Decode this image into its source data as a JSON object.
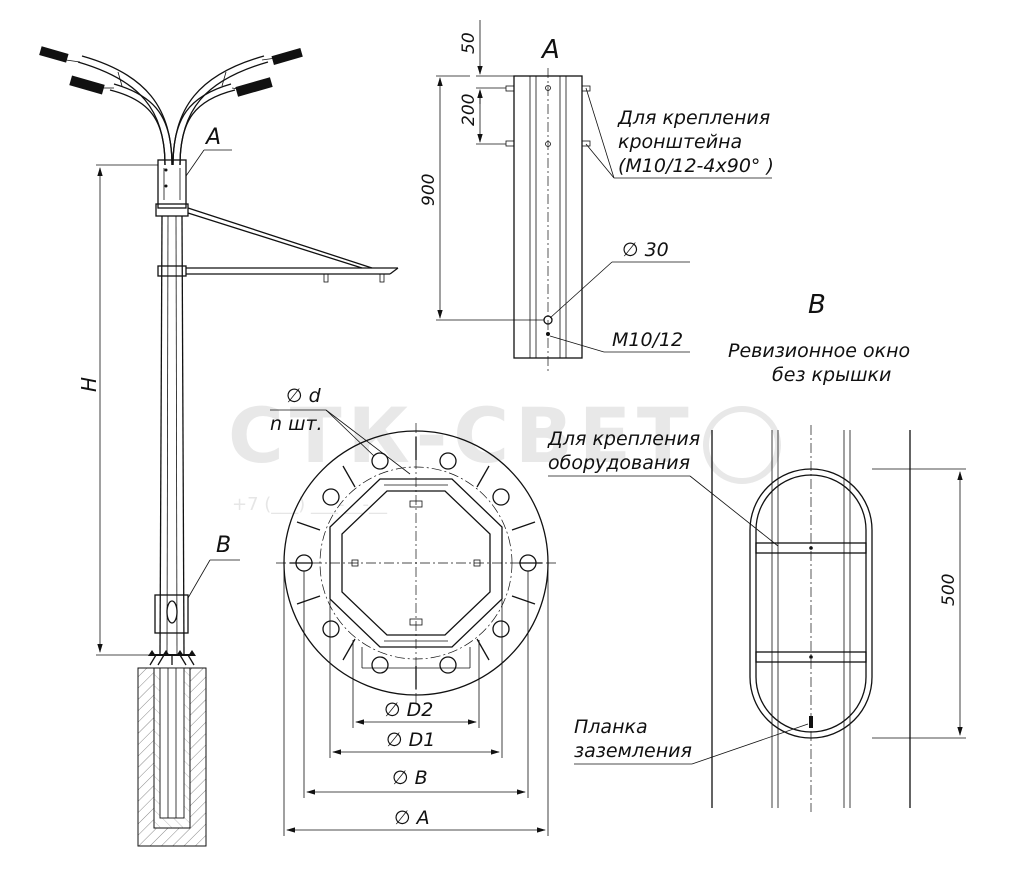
{
  "watermark": {
    "brand": "СТК-СВЕТ",
    "phone": "+7 (___) ___-__-__"
  },
  "pole": {
    "height_label": "H",
    "callout_a": "A",
    "callout_b": "B"
  },
  "detail_a": {
    "title": "A",
    "dim_top": "50",
    "dim_mid": "200",
    "dim_total": "900",
    "bracket_note_line1": "Для крепления",
    "bracket_note_line2": "кронштейна",
    "bracket_note_line3": "(M10/12-4x90° )",
    "hole_label": "∅ 30",
    "bolt_label": "M10/12"
  },
  "detail_b": {
    "title": "B",
    "subtitle_line1": "Ревизионное окно",
    "subtitle_line2": "без крышки",
    "equipment_line1": "Для крепления",
    "equipment_line2": "оборудования",
    "height_dim": "500",
    "ground_line1": "Планка",
    "ground_line2": "заземления"
  },
  "flange": {
    "hole_label": "∅ d",
    "count_label": "n шт.",
    "d2_label": "∅ D2",
    "d1_label": "∅ D1",
    "b_label": "∅ B",
    "a_label": "∅ A"
  }
}
